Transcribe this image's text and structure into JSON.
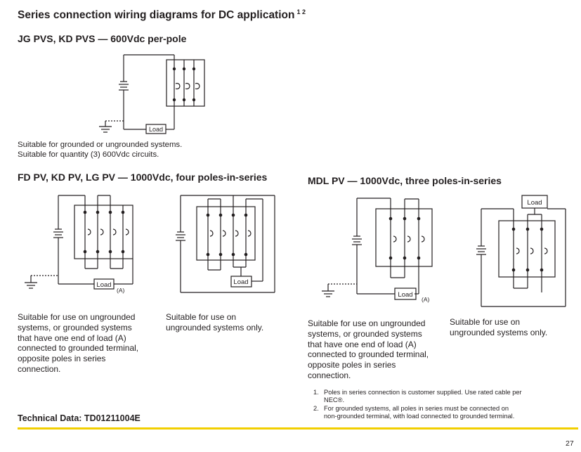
{
  "title": {
    "text": "Series connection wiring diagrams for DC application",
    "refs": "1 2"
  },
  "sections": {
    "jg": {
      "heading": "JG PVS, KD PVS — 600Vdc per-pole",
      "text_line1": "Suitable for grounded or ungrounded systems.",
      "text_line2": "Suitable for quantity (3) 600Vdc circuits.",
      "load_label": "Load"
    },
    "fd": {
      "heading": "FD PV, KD PV, LG PV — 1000Vdc, four poles-in-series",
      "left_caption": [
        "Suitable for use on ungrounded",
        "systems, or grounded systems",
        "that have one end of load (A)",
        "connected to grounded terminal,",
        "opposite poles in series",
        "connection."
      ],
      "right_caption": [
        "Suitable for use on",
        "ungrounded systems only."
      ],
      "load_label": "Load",
      "a_label": "(A)"
    },
    "mdl": {
      "heading": "MDL PV — 1000Vdc, three poles-in-series",
      "left_caption": [
        "Suitable for use on ungrounded",
        "systems, or grounded systems",
        "that have one end of load (A)",
        "connected to grounded terminal,",
        "opposite poles in series",
        "connection."
      ],
      "right_caption": [
        "Suitable for use on",
        "ungrounded systems only."
      ],
      "load_label": "Load",
      "a_label": "(A)"
    }
  },
  "notes": [
    {
      "num": "1.",
      "lines": [
        "Poles in series connection is customer supplied. Use rated cable per",
        "NEC®."
      ]
    },
    {
      "num": "2.",
      "lines": [
        "For grounded systems, all poles in series must be connected on",
        "non-grounded terminal, with load connected to grounded terminal."
      ]
    }
  ],
  "technical_data": "Technical Data: TD01211004E",
  "page_number": "27",
  "colors": {
    "accent_rule": "#f2cf00",
    "line": "#231f20"
  }
}
